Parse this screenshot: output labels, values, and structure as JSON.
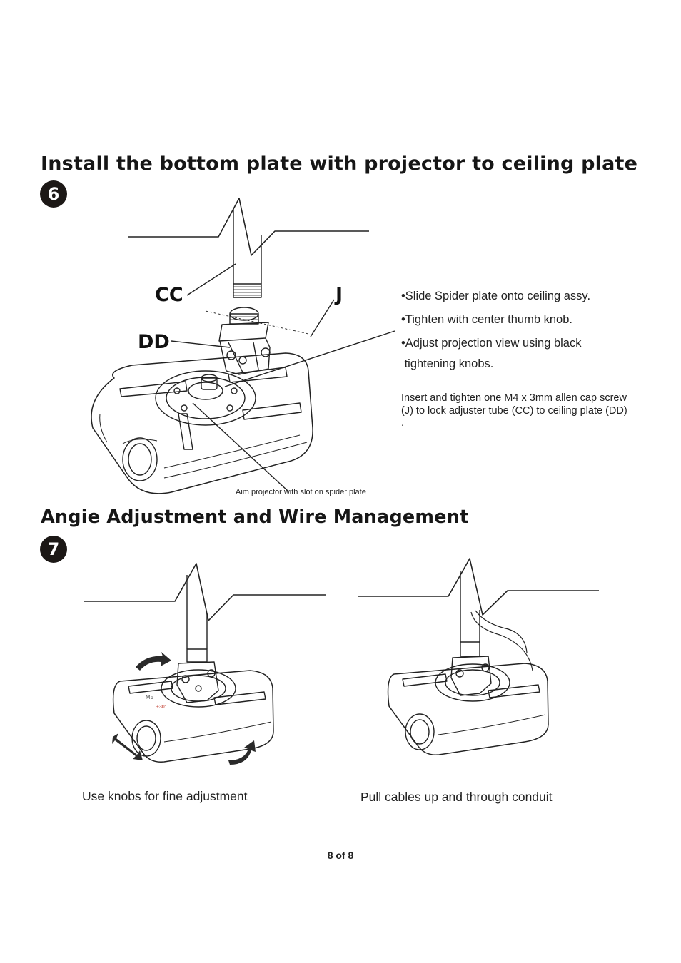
{
  "section6": {
    "title": "Install the bottom plate with projector to ceiling plate",
    "step_number": "6",
    "labels": {
      "cc": "CC",
      "j": "J",
      "dd": "DD"
    },
    "bullets": [
      "•Slide Spider plate onto ceiling assy.",
      "•Tighten with center thumb knob.",
      "•Adjust projection view using black",
      " tightening knobs."
    ],
    "note": "Insert and tighten one M4 x 3mm allen cap screw (J) to lock adjuster tube (CC) to ceiling plate (DD) .",
    "aim_caption": "Aim projector with slot on spider plate"
  },
  "section7": {
    "title": "Angie Adjustment and Wire Management",
    "step_number": "7",
    "m5_label": "M5",
    "angle_label": "±30°",
    "caption_left": "Use knobs for fine adjustment",
    "caption_right": "Pull cables up and through conduit"
  },
  "footer": {
    "page": "8 of 8"
  }
}
